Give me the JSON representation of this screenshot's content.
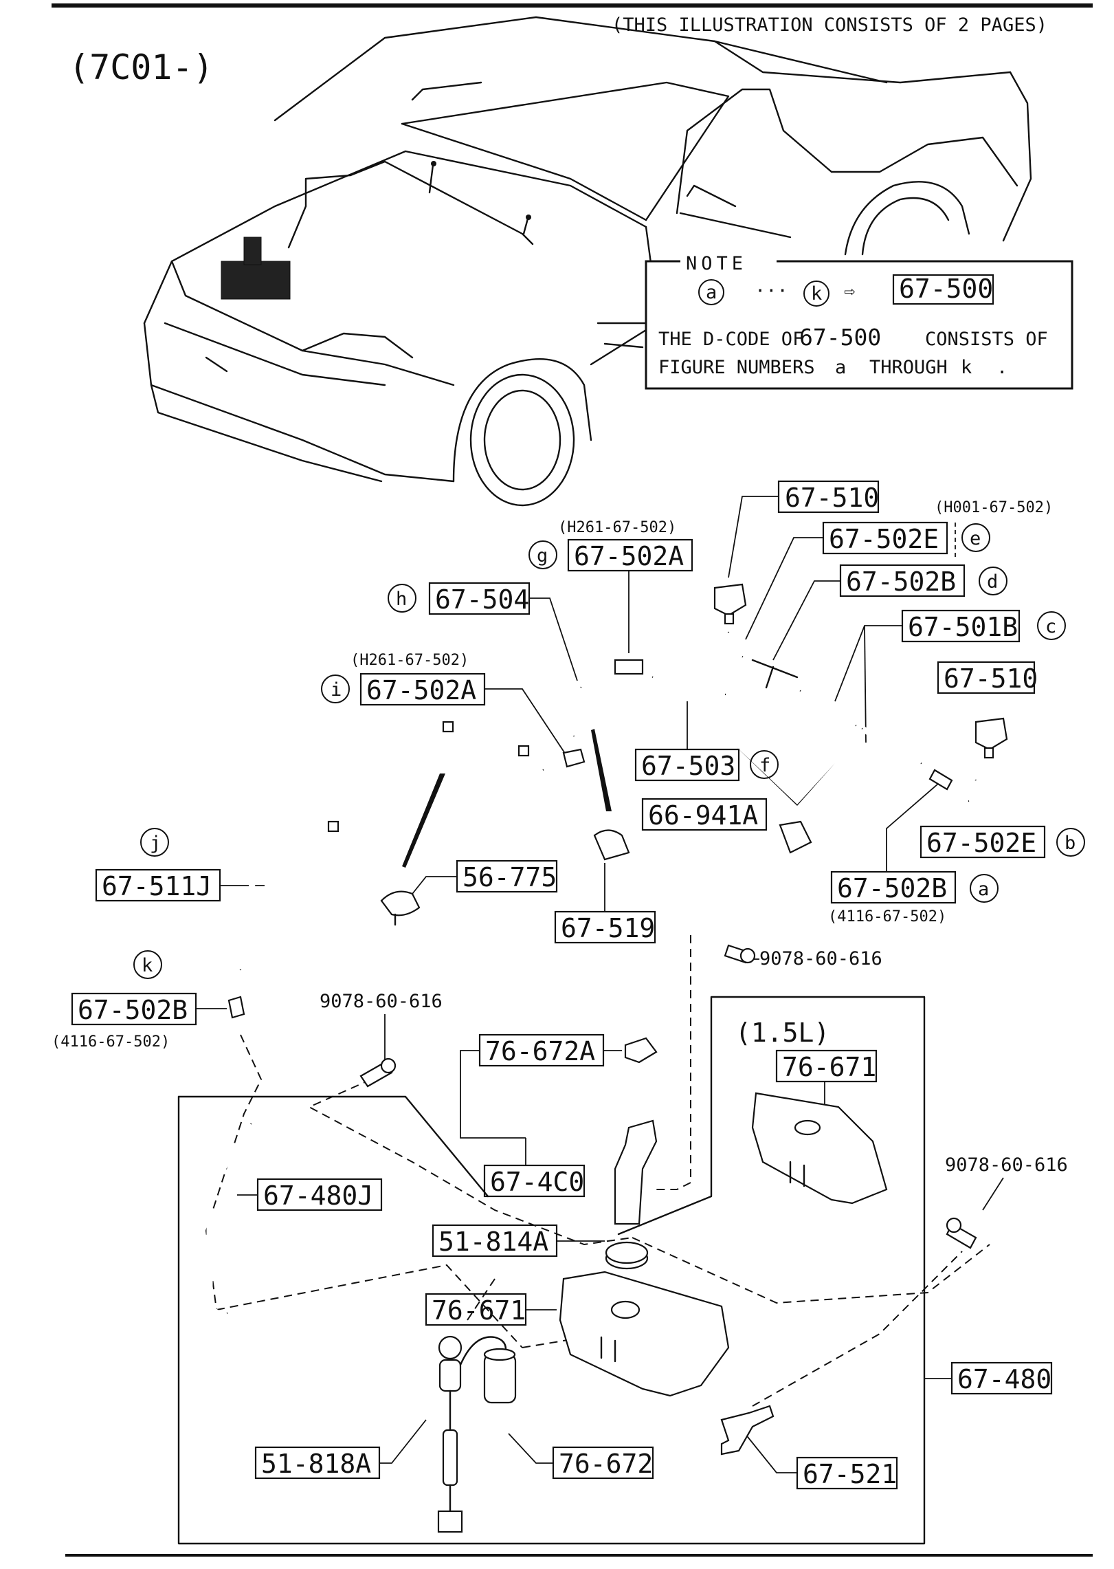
{
  "header": {
    "code": "(7C01-)",
    "pages_note": "(THIS ILLUSTRATION CONSISTS OF  2 PAGES)"
  },
  "note_box": {
    "title": "NOTE",
    "from_letter": "a",
    "dots": "···",
    "to_letter": "k",
    "arrow": "⇨",
    "target": "67-500",
    "line1_prefix": "THE D-CODE OF",
    "line1_code": "67-500",
    "line1_suffix": "CONSISTS OF",
    "line2_prefix": "FIGURE NUMBERS",
    "line2_a": "a",
    "line2_mid": "THROUGH",
    "line2_k": "k",
    "line2_end": "."
  },
  "parts": {
    "p_67_510_top": "67-510",
    "p_67_502E_top": "67-502E",
    "p_67_502B_d": "67-502B",
    "p_67_501B": "67-501B",
    "p_67_510_right": "67-510",
    "p_67_502A_g": "67-502A",
    "p_67_504": "67-504",
    "p_67_502A_i": "67-502A",
    "p_67_503": "67-503",
    "p_66_941A": "66-941A",
    "p_67_502E_b": "67-502E",
    "p_67_502B_a": "67-502B",
    "p_56_775": "56-775",
    "p_67_519": "67-519",
    "p_67_511J": "67-511J",
    "p_67_502B_k": "67-502B",
    "p_76_672A": "76-672A",
    "p_76_671_top": "76-671",
    "p_67_4C0": "67-4C0",
    "p_67_480J": "67-480J",
    "p_51_814A": "51-814A",
    "p_76_671": "76-671",
    "p_67_480": "67-480",
    "p_51_818A": "51-818A",
    "p_76_672": "76-672",
    "p_67_521": "67-521"
  },
  "refs": {
    "h001": "(H001-67-502)",
    "h261_g": "(H261-67-502)",
    "h261_i": "(H261-67-502)",
    "r4116_a": "(4116-67-502)",
    "r4116_k": "(4116-67-502)",
    "bolt_1": "9078-60-616",
    "bolt_2": "9078-60-616",
    "bolt_3": "9078-60-616",
    "capacity": "(1.5L)"
  },
  "letters": {
    "a": "a",
    "b": "b",
    "c": "c",
    "d": "d",
    "e": "e",
    "f": "f",
    "g": "g",
    "h": "h",
    "i": "i",
    "j": "j",
    "k": "k"
  }
}
